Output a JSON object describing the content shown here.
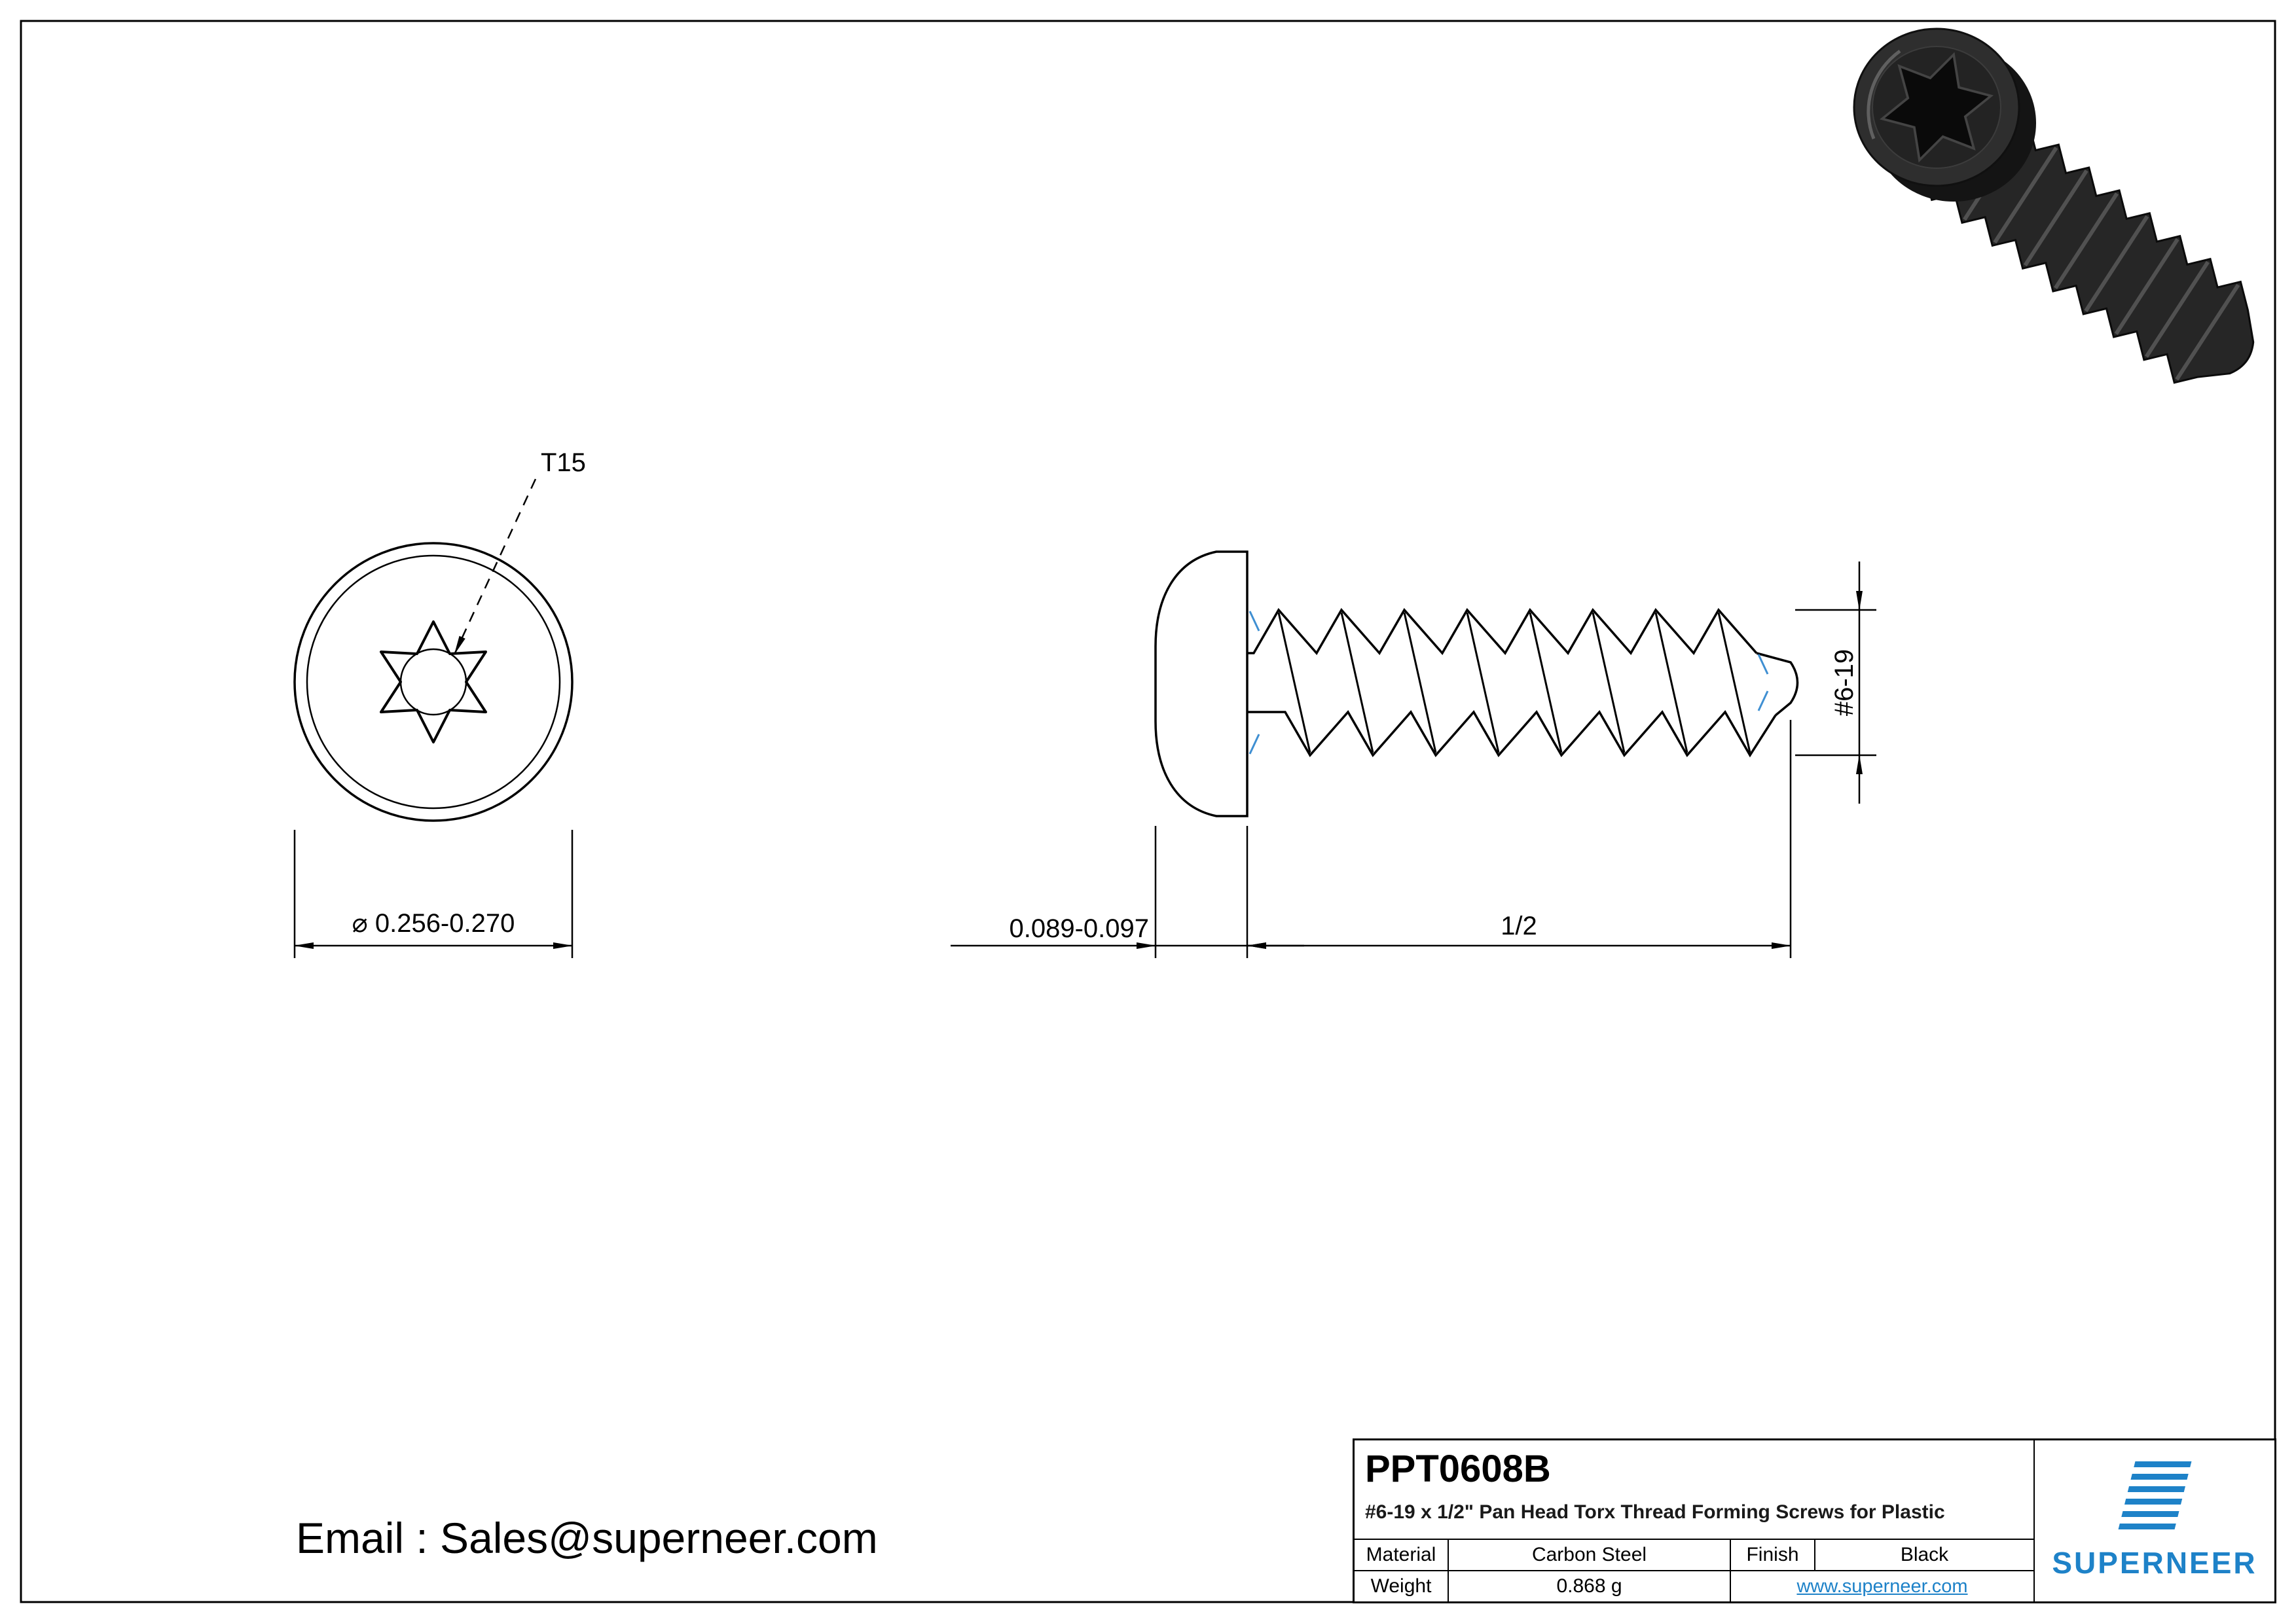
{
  "sheet": {
    "line_color": "#000000",
    "accent_blue": "#1e82c8",
    "thread_mark_blue": "#3f8fd2",
    "screw_color": "#262626"
  },
  "drawing": {
    "torx_callout": "T15",
    "head_diameter": "⌀ 0.256-0.270",
    "head_height": "0.089-0.097",
    "thread_length": "1/2",
    "thread_size": "#6-19"
  },
  "footer": {
    "email": "Email : Sales@superneer.com"
  },
  "title_block": {
    "part_number": "PPT0608B",
    "description": "#6-19 x 1/2\" Pan Head Torx Thread Forming Screws for Plastic",
    "material_label": "Material",
    "material_value": "Carbon Steel",
    "finish_label": "Finish",
    "finish_value": "Black",
    "weight_label": "Weight",
    "weight_value": "0.868 g",
    "website": "www.superneer.com",
    "brand": "SUPERNEER"
  }
}
